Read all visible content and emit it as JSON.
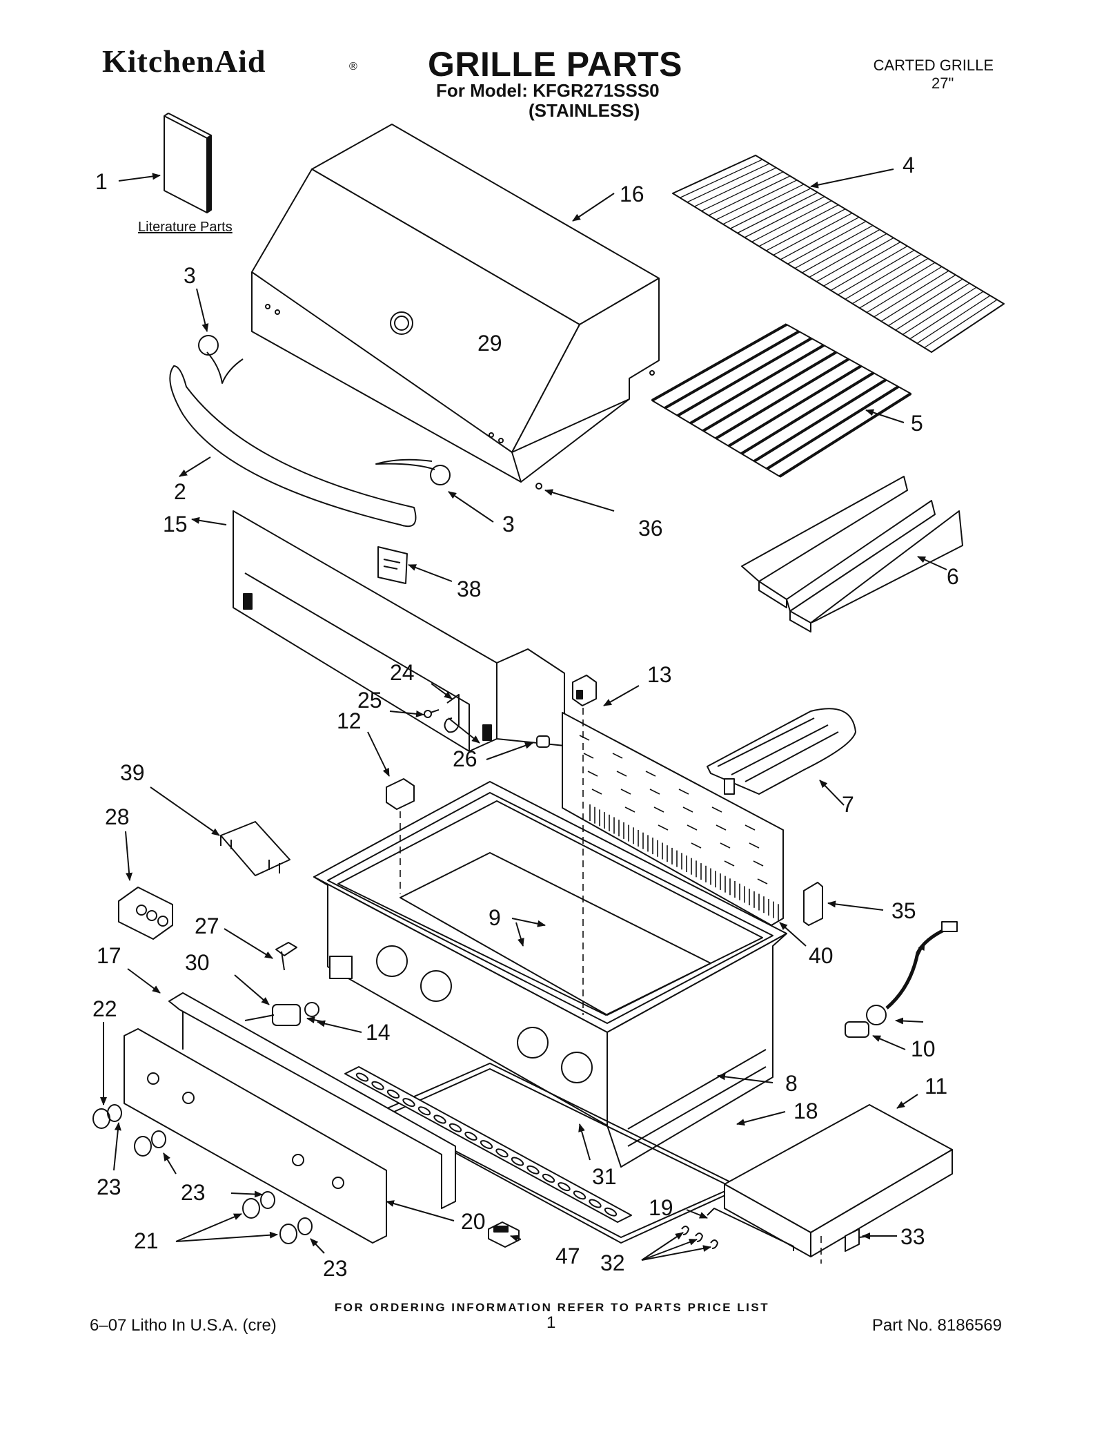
{
  "header": {
    "brand": "KitchenAid",
    "brand_mark": "®",
    "title": "GRILLE PARTS",
    "model_line": "For Model: KFGR271SSS0",
    "variant": "(STAINLESS)",
    "top_right_line1": "CARTED GRILLE",
    "top_right_line2": "27\""
  },
  "literature_label": "Literature Parts",
  "footer": {
    "ordering_note": "FOR ORDERING INFORMATION REFER TO PARTS PRICE LIST",
    "litho": "6–07 Litho In U.S.A. (cre)",
    "page_number": "1",
    "part_no": "Part No. 8186569"
  },
  "callouts": [
    {
      "id": "c1",
      "label": "1"
    },
    {
      "id": "c2",
      "label": "2"
    },
    {
      "id": "c3a",
      "label": "3"
    },
    {
      "id": "c3b",
      "label": "3"
    },
    {
      "id": "c4",
      "label": "4"
    },
    {
      "id": "c5",
      "label": "5"
    },
    {
      "id": "c6",
      "label": "6"
    },
    {
      "id": "c7",
      "label": "7"
    },
    {
      "id": "c8",
      "label": "8"
    },
    {
      "id": "c9",
      "label": "9"
    },
    {
      "id": "c10",
      "label": "10"
    },
    {
      "id": "c11",
      "label": "11"
    },
    {
      "id": "c12",
      "label": "12"
    },
    {
      "id": "c13",
      "label": "13"
    },
    {
      "id": "c14",
      "label": "14"
    },
    {
      "id": "c15",
      "label": "15"
    },
    {
      "id": "c16",
      "label": "16"
    },
    {
      "id": "c17",
      "label": "17"
    },
    {
      "id": "c18",
      "label": "18"
    },
    {
      "id": "c19",
      "label": "19"
    },
    {
      "id": "c20",
      "label": "20"
    },
    {
      "id": "c21",
      "label": "21"
    },
    {
      "id": "c22",
      "label": "22"
    },
    {
      "id": "c23a",
      "label": "23"
    },
    {
      "id": "c23b",
      "label": "23"
    },
    {
      "id": "c23c",
      "label": "23"
    },
    {
      "id": "c24",
      "label": "24"
    },
    {
      "id": "c25",
      "label": "25"
    },
    {
      "id": "c26",
      "label": "26"
    },
    {
      "id": "c27",
      "label": "27"
    },
    {
      "id": "c28",
      "label": "28"
    },
    {
      "id": "c29",
      "label": "29"
    },
    {
      "id": "c30",
      "label": "30"
    },
    {
      "id": "c31",
      "label": "31"
    },
    {
      "id": "c32",
      "label": "32"
    },
    {
      "id": "c33",
      "label": "33"
    },
    {
      "id": "c35",
      "label": "35"
    },
    {
      "id": "c36",
      "label": "36"
    },
    {
      "id": "c38",
      "label": "38"
    },
    {
      "id": "c39",
      "label": "39"
    },
    {
      "id": "c40",
      "label": "40"
    },
    {
      "id": "c47",
      "label": "47"
    }
  ]
}
